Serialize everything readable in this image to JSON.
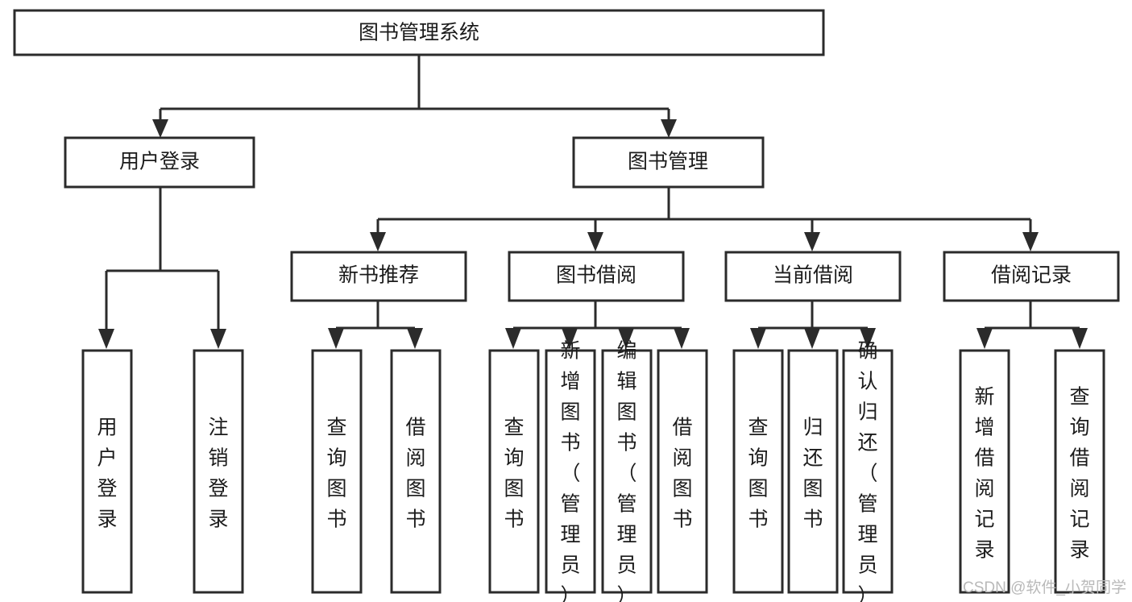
{
  "diagram": {
    "title": "图书管理系统",
    "type": "tree",
    "orientation": "top-down",
    "colors": {
      "box_fill": "#ffffff",
      "box_stroke": "#2b2b2b",
      "text": "#1b1b1b",
      "background": "#ffffff",
      "watermark": "#b9b9b9"
    },
    "levels": [
      {
        "level": 1,
        "nodes": [
          {
            "id": "root",
            "label": "图书管理系统",
            "text_direction": "horizontal"
          }
        ]
      },
      {
        "level": 2,
        "nodes": [
          {
            "id": "user-login",
            "label": "用户登录",
            "parent": "root",
            "text_direction": "horizontal"
          },
          {
            "id": "book-manage",
            "label": "图书管理",
            "parent": "root",
            "text_direction": "horizontal"
          }
        ]
      },
      {
        "level": 3,
        "nodes": [
          {
            "id": "new-book-rec",
            "label": "新书推荐",
            "parent": "book-manage",
            "text_direction": "horizontal"
          },
          {
            "id": "book-borrow",
            "label": "图书借阅",
            "parent": "book-manage",
            "text_direction": "horizontal"
          },
          {
            "id": "current-borrow",
            "label": "当前借阅",
            "parent": "book-manage",
            "text_direction": "horizontal"
          },
          {
            "id": "borrow-record",
            "label": "借阅记录",
            "parent": "book-manage",
            "text_direction": "horizontal"
          }
        ]
      },
      {
        "level": 4,
        "nodes": [
          {
            "id": "leaf-user-login",
            "label": "用户登录",
            "parent": "user-login",
            "text_direction": "vertical"
          },
          {
            "id": "leaf-logout-login",
            "label": "注销登录",
            "parent": "user-login",
            "text_direction": "vertical"
          },
          {
            "id": "leaf-query-book-1",
            "label": "查询图书",
            "parent": "new-book-rec",
            "text_direction": "vertical"
          },
          {
            "id": "leaf-borrow-book-1",
            "label": "借阅图书",
            "parent": "new-book-rec",
            "text_direction": "vertical"
          },
          {
            "id": "leaf-query-book-2",
            "label": "查询图书",
            "parent": "book-borrow",
            "text_direction": "vertical"
          },
          {
            "id": "leaf-add-book",
            "label": "新增图书（管理员）",
            "parent": "book-borrow",
            "text_direction": "vertical"
          },
          {
            "id": "leaf-edit-book",
            "label": "编辑图书（管理员）",
            "parent": "book-borrow",
            "text_direction": "vertical"
          },
          {
            "id": "leaf-borrow-book-2",
            "label": "借阅图书",
            "parent": "book-borrow",
            "text_direction": "vertical"
          },
          {
            "id": "leaf-query-book-3",
            "label": "查询图书",
            "parent": "current-borrow",
            "text_direction": "vertical"
          },
          {
            "id": "leaf-return-book",
            "label": "归还图书",
            "parent": "current-borrow",
            "text_direction": "vertical"
          },
          {
            "id": "leaf-confirm-return",
            "label": "确认归还（管理员）",
            "parent": "current-borrow",
            "text_direction": "vertical"
          },
          {
            "id": "leaf-add-record",
            "label": "新增借阅记录",
            "parent": "borrow-record",
            "text_direction": "vertical"
          },
          {
            "id": "leaf-query-record",
            "label": "查询借阅记录",
            "parent": "borrow-record",
            "text_direction": "vertical"
          }
        ]
      }
    ]
  },
  "watermark": {
    "text": "CSDN @软件_小贺同学"
  }
}
